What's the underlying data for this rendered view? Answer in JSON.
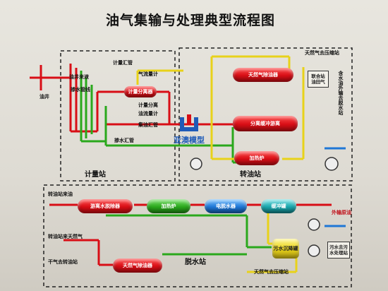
{
  "title": "油气集输与处理典型流程图",
  "zones": {
    "metering": "计量站",
    "transfer": "转油站",
    "dehydration": "脱水站"
  },
  "labels": {
    "well": "油井",
    "oil_inlet": "油井来液",
    "water_manifold": "掺水管线",
    "meter_manifold": "计量汇管",
    "gas_meter": "气流量计",
    "metering_separator": "计量分离器",
    "liquid_meter": "计量分离",
    "oil_meter": "油流量计",
    "oil_manifold": "集油汇管",
    "water_manifold_bottom": "掺水汇管",
    "gas_plant": "天然气去压缩站",
    "associated_gas": "联合站",
    "associated_gas2": "油田气",
    "dehydrated_water": "含水油外输去脱水站",
    "transfer_inlet": "转油站来油",
    "transfer_gas": "转油站来天然气",
    "dry_gas": "干气去转油站",
    "gas_to_compressor": "天然气去压缩站",
    "oil_export": "外输原油",
    "sewage": "污水去污水处理站"
  },
  "vessels": {
    "gas_separator": "天然气除油器",
    "buffer_separator": "分离缓冲游离",
    "heater_top": "加热炉",
    "free_water": "游离水脱除器",
    "heater_bottom": "加热炉",
    "electric_dehydrator": "电脱水器",
    "buffer_tank": "缓冲罐",
    "sewage_tank": "污水沉降罐",
    "natural_gas_dehydrator": "天然气除油器",
    "metering_separator": "计量分离器"
  },
  "boxes": {
    "union_station": "联合站\n油田气",
    "sewage_station": "污水去污\n水处理站"
  },
  "logo_text": "亚澳模型",
  "colors": {
    "red": "#d80e16",
    "green": "#2aa81c",
    "yellow": "#e8d21a",
    "blue": "#1f77d6"
  }
}
